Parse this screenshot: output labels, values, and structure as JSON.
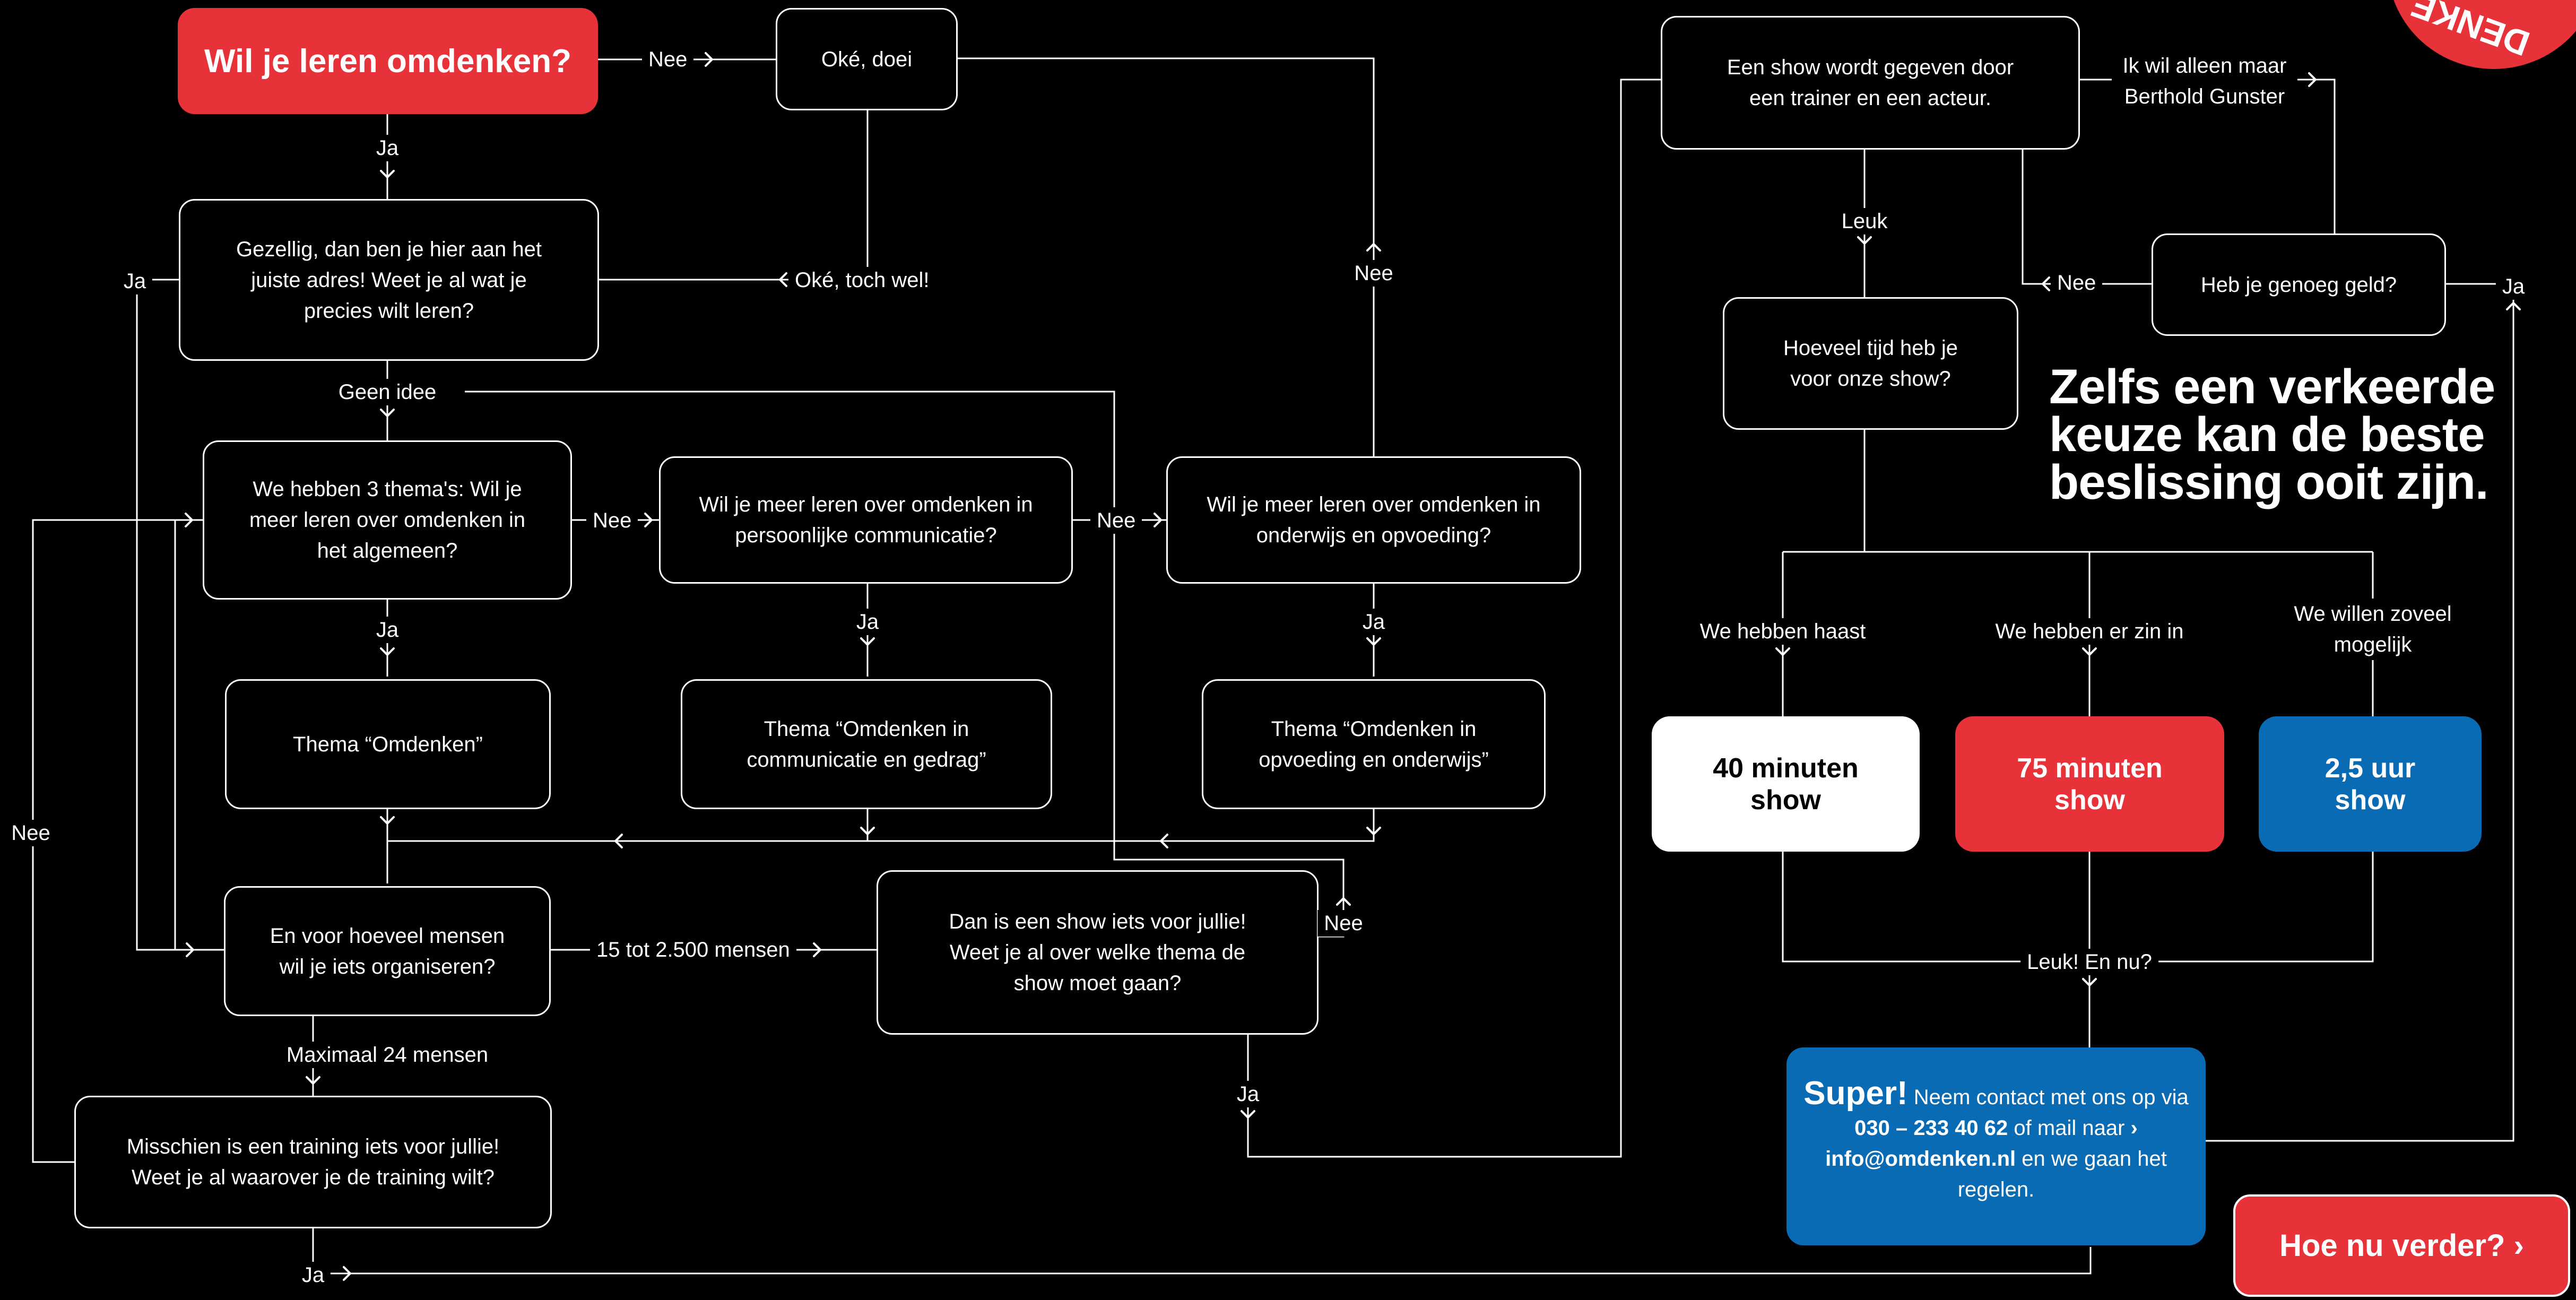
{
  "start_question": "Wil je leren omdenken?",
  "nodes": {
    "oke_doei": "Oké, doei",
    "gezellig": "Gezellig, dan ben je hier aan het juiste adres! Weet je al wat je precies wilt leren?",
    "themas": "We hebben 3 thema's: Wil je meer leren over omdenken in het algemeen?",
    "persoonlijk": "Wil je meer leren over omdenken in persoonlijke communicatie?",
    "onderwijs": "Wil je meer leren over omdenken in onderwijs en opvoeding?",
    "thema_omdenken": "Thema “Omdenken”",
    "thema_communicatie": "Thema “Omdenken in communicatie en gedrag”",
    "thema_opvoeding": "Thema “Omdenken in opvoeding en onderwijs”",
    "hoeveel_mensen": "En voor hoeveel mensen wil je iets organiseren?",
    "show_voor_jullie": "Dan is een show iets voor jullie! Weet je al over welke thema de show moet gaan?",
    "training": "Misschien is een training iets voor jullie! Weet je al waarover je de training wilt?",
    "trainer_acteur": "Een show wordt gegeven door een trainer en een acteur.",
    "genoeg_geld": "Heb je genoeg geld?",
    "hoeveel_tijd": "Hoeveel tijd heb je voor onze show?"
  },
  "labels": {
    "nee_1": "Nee",
    "ja_1": "Ja",
    "ja_left": "Ja",
    "oke_toch_wel": "Oké, toch wel!",
    "nee_right": "Nee",
    "geen_idee": "Geen idee",
    "nee_2": "Nee",
    "nee_3": "Nee",
    "ja_2": "Ja",
    "ja_3": "Ja",
    "ja_4": "Ja",
    "nee_outer": "Nee",
    "aantal_show": "15 tot 2.500 mensen",
    "nee_show": "Nee",
    "aantal_training": "Maximaal 24 mensen",
    "ja_show": "Ja",
    "ja_training": "Ja",
    "leuk": "Leuk",
    "alleen_berthold": "Ik wil alleen maar Berthold Gunster",
    "nee_geld": "Nee",
    "ja_geld": "Ja",
    "haast": "We hebben haast",
    "zin_in": "We hebben er zin in",
    "zoveel": "We willen zoveel mogelijk",
    "leuk_en_nu": "Leuk! En nu?"
  },
  "slogan": "Zelfs een verkeerde keuze kan de beste beslissing ooit zijn.",
  "shows": {
    "s40": "40 minuten show",
    "s75": "75 minuten show",
    "s25": "2,5 uur show"
  },
  "contact": {
    "super": "Super!",
    "line1": "Neem contact met ons op via",
    "phone": "030 – 233 40 62",
    "line2": "of mail naar",
    "arrow": "›",
    "email": "info@omdenken.nl",
    "line3": "en we gaan het regelen."
  },
  "cta_label": "Hoe nu verder? ›",
  "badge_text": "DENKE",
  "colors": {
    "background": "#000000",
    "red": "#e8323a",
    "blue": "#0a6bb5",
    "white": "#ffffff"
  }
}
